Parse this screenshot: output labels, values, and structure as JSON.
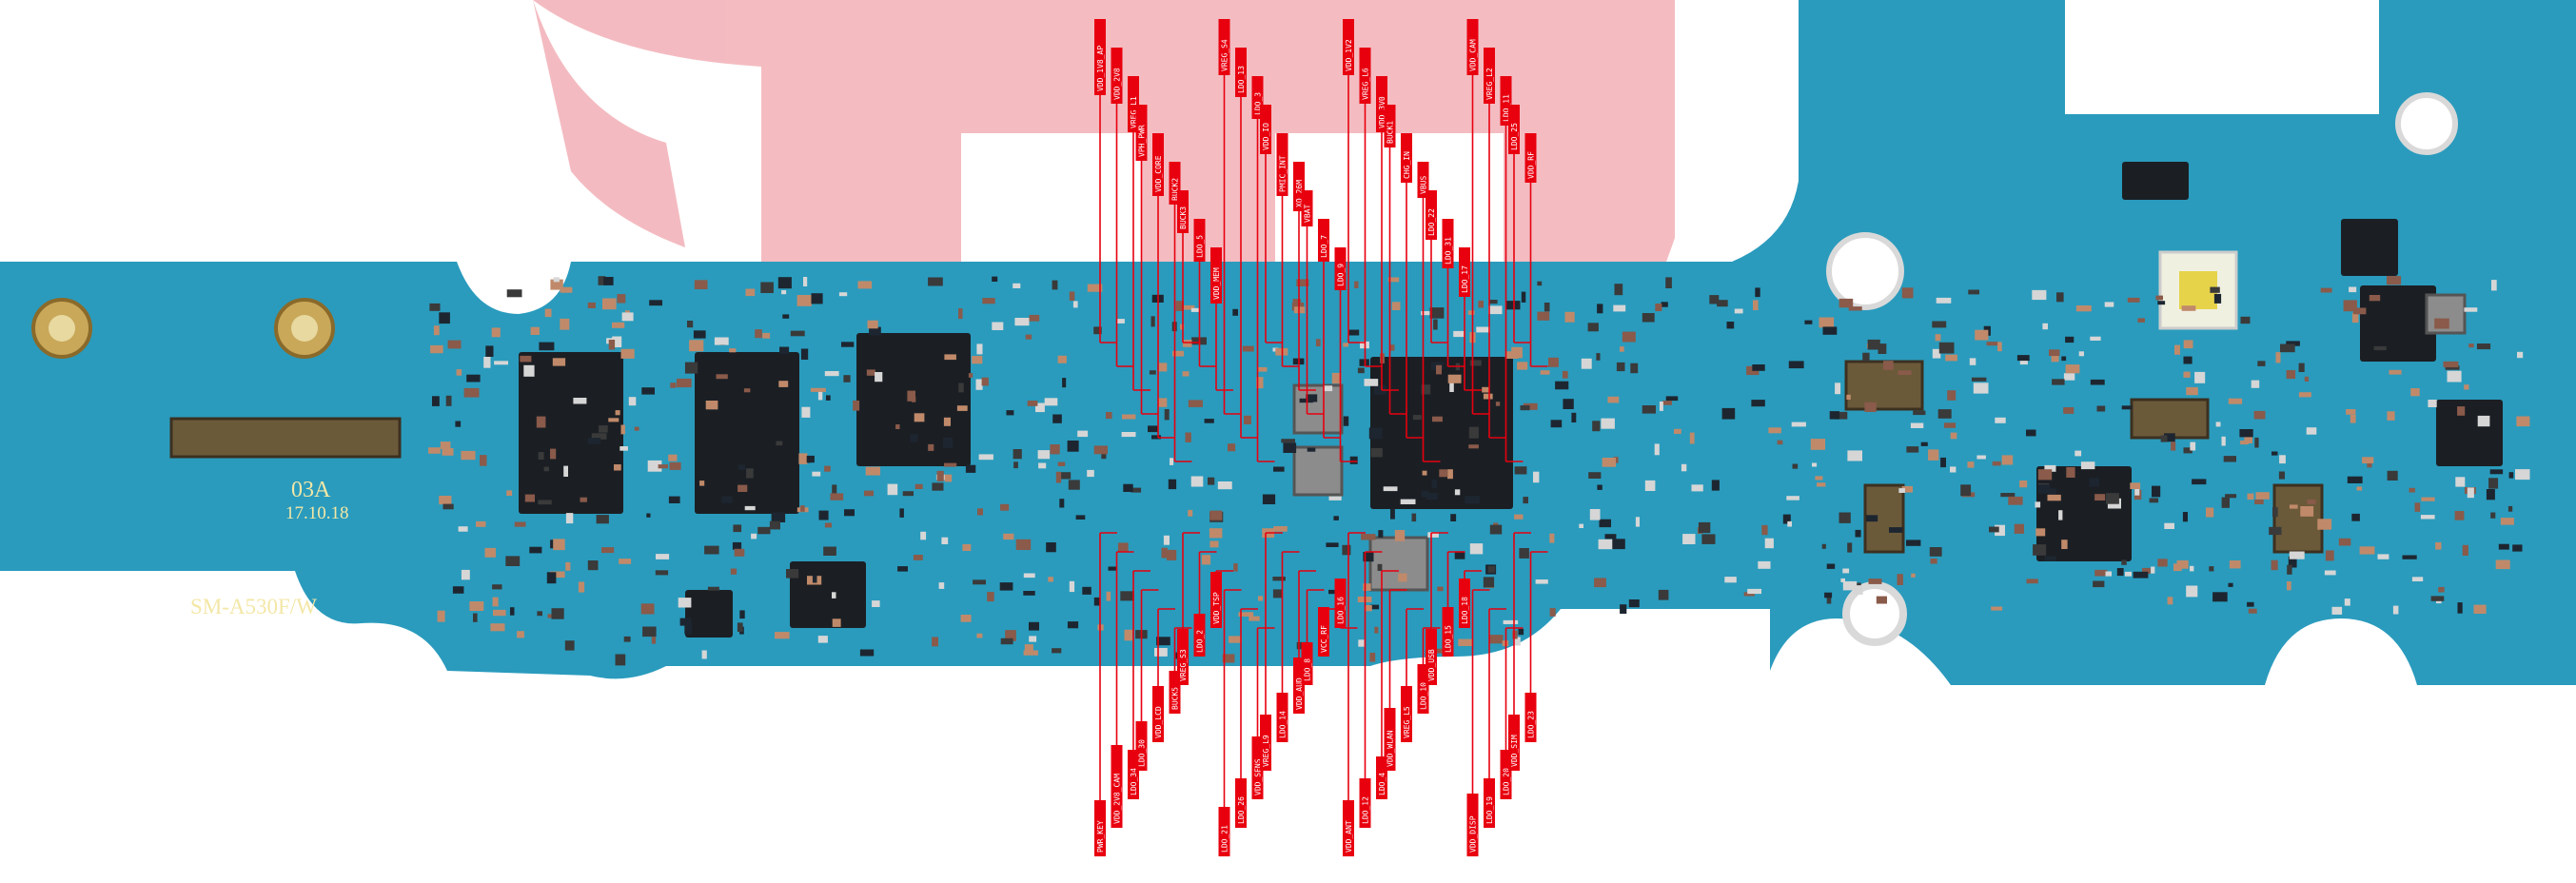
{
  "board": {
    "model_label": "SM-A530F/W",
    "revision_label": "03A",
    "date_label": "17.10.18",
    "board_color": "#2a9bbd",
    "chip_color": "#1b1f24",
    "label_color": "#e8000f"
  },
  "labels": [
    "VDD_1V8_AP",
    "VDD_2V8",
    "VREG_L1",
    "VPH_PWR",
    "VDD_CORE",
    "BUCK2",
    "BUCK3",
    "LDO_5",
    "VDD_MEM",
    "VREG_S4",
    "LDO_13",
    "LDO_3",
    "VDD_IO",
    "PMIC_INT",
    "XO_26M",
    "VBAT",
    "LDO_7",
    "LDO_9",
    "VDD_1V2",
    "VREG_L6",
    "VDD_3V0",
    "BUCK1",
    "CHG_IN",
    "VBUS",
    "LDO_22",
    "LDO_31",
    "LDO_17",
    "VDD_CAM",
    "VREG_L2",
    "LDO_11",
    "LDO_25",
    "VDD_RF",
    "PWR_KEY",
    "VDD_2V8_CAM",
    "LDO_34",
    "LDO_30",
    "VDD_LCD",
    "BUCK5",
    "VREG_S3",
    "LDO_2",
    "VDD_TSP",
    "LDO_21",
    "LDO_26",
    "VDD_SENS",
    "VREG_L9",
    "LDO_14",
    "VDD_AUD",
    "LDO_8",
    "VCC_RF",
    "LDO_16",
    "VDD_ANT",
    "LDO_12",
    "LDO_4",
    "VDD_WLAN",
    "VREG_L5",
    "LDO_10",
    "VDD_USB",
    "LDO_15",
    "LDO_18",
    "VDD_DISP",
    "LDO_19",
    "LDO_20",
    "VDD_SIM",
    "LDO_23"
  ]
}
